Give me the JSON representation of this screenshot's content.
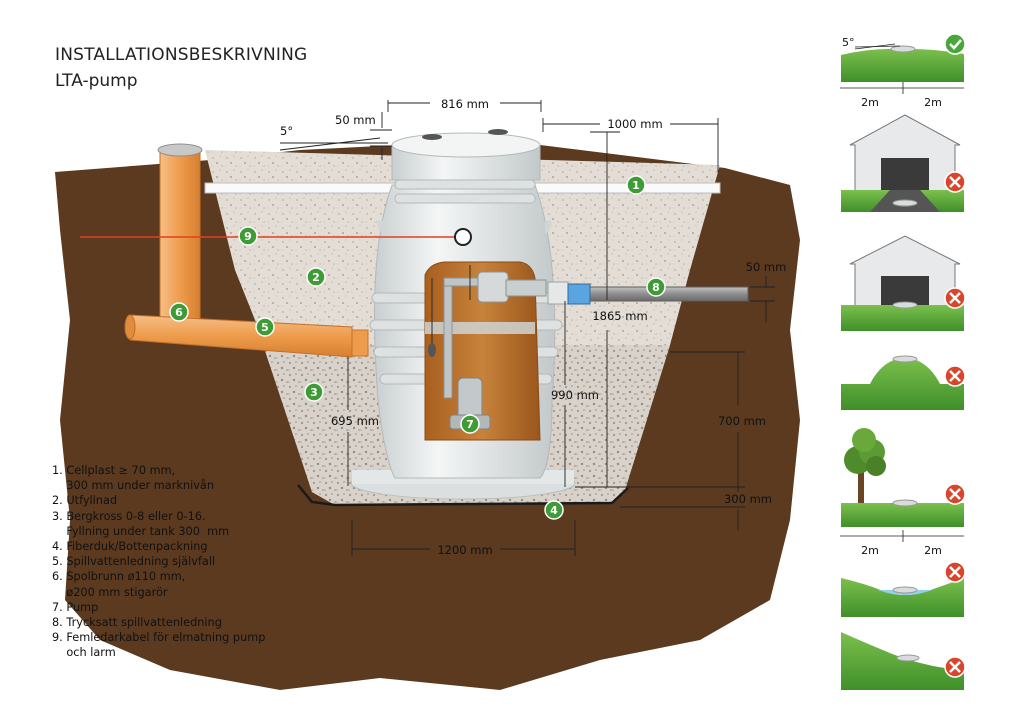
{
  "title": {
    "line1": "INSTALLATIONSBESKRIVNING",
    "line2": "LTA-pump"
  },
  "dimensions": {
    "width_top": "816 mm",
    "ground_slope": "5°",
    "cover_depth": "50 mm",
    "horizontal_extent": "1000 mm",
    "height_total": "1865 mm",
    "height_inlet": "990 mm",
    "height_backfill": "700 mm",
    "inlet_pipe_height": "695 mm",
    "bed_thickness": "300 mm",
    "base_width": "1200 mm",
    "pressure_pipe_depth": "50 mm"
  },
  "markers": [
    "1",
    "2",
    "3",
    "4",
    "5",
    "6",
    "7",
    "8",
    "9"
  ],
  "legend": [
    "1. Cellplast ≥ 70 mm,\n    300 mm under marknivån",
    "2. Utfyllnad",
    "3. Bergkross 0-8 eller 0-16.\n    Fyllning under tank 300  mm",
    "4. Fiberduk/Bottenpackning",
    "5. Spillvattenledning självfall",
    "6. Spolbrunn ø110 mm,\n    ø200 mm stigarör",
    "7. Pump",
    "8. Trycksatt spillvattenledning",
    "9. Femledarkabel för elmatning pump\n    och larm"
  ],
  "placement": {
    "slope": "5°",
    "distance_left": "2m",
    "distance_right": "2m",
    "tree_distance_left": "2m",
    "tree_distance_right": "2m"
  },
  "colors": {
    "soil": "#5b3a20",
    "gravel": "#e2dcd4",
    "tank": "#e9ecec",
    "pipe_orange": "#f0a45a",
    "marker_green": "#3f9b35",
    "grass": "#5aa83a",
    "ok": "#48a63b",
    "cross": "#d9452b",
    "cable": "#e0401e"
  },
  "icons": [
    "check-icon",
    "cross-icon"
  ]
}
